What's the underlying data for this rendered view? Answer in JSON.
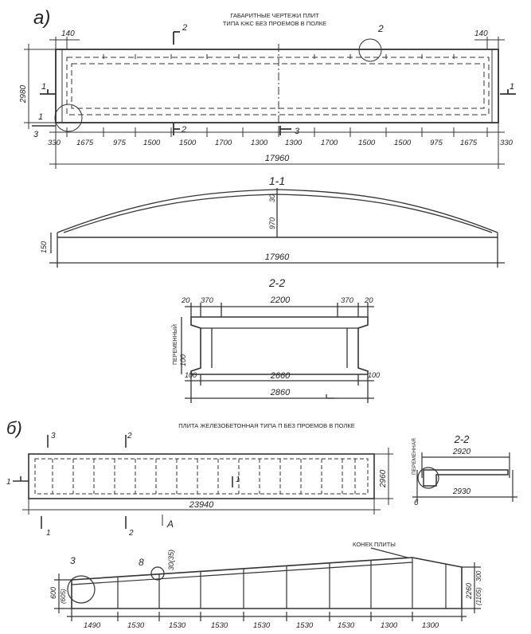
{
  "part_a": {
    "letter": "а)",
    "title_line1": "ГАБАРИТНЫЕ ЧЕРТЕЖИ ПЛИТ",
    "title_line2": "ТИПА КЖС БЕЗ ПРОЕМОВ В ПОЛКЕ",
    "top_left_dim": "140",
    "top_right_dim": "140",
    "height_dim": "2980",
    "callout_1": "1",
    "callout_2": "2",
    "callout_3": "3",
    "bottom_dims": [
      "330",
      "1675",
      "975",
      "1500",
      "1500",
      "1700",
      "1300",
      "1300",
      "1700",
      "1500",
      "1500",
      "975",
      "1675",
      "330"
    ],
    "total_length": "17960",
    "section_marks": {
      "s1": "1",
      "s2": "2",
      "s3": "3"
    }
  },
  "section_1_1": {
    "title": "1-1",
    "dim_30": "30",
    "dim_970": "970",
    "dim_150": "150",
    "length": "17960"
  },
  "section_2_2": {
    "title": "2-2",
    "dims_top": [
      "20",
      "370",
      "2200",
      "370",
      "20"
    ],
    "variable_label": "ПЕРЕМЕННЫЙ",
    "dim_100_left": "100",
    "dim_100_a": "100",
    "dim_100_b": "100",
    "inner_width": "2660",
    "outer_width": "2860"
  },
  "part_b": {
    "letter": "б)",
    "title": "ПЛИТА ЖЕЛЕЗОБЕТОННАЯ ТИПА П БЕЗ ПРОЕМОВ В ПОЛКЕ",
    "width_dim": "2960",
    "length_dim": "23940",
    "arrow_label": "А",
    "marks": {
      "m1": "1",
      "m2": "2",
      "m3": "3"
    },
    "section_title": "2-2",
    "section_top": "2920",
    "section_bottom": "2930",
    "section_variable": "ПЕРЕМЕННАЯ",
    "section_callout": "6"
  },
  "profile_b": {
    "ridge_label": "КОНЕК ПЛИТЫ",
    "callout_3": "3",
    "callout_8": "8",
    "dim_30": "30(35)",
    "dim_600": "600",
    "dim_605": "(605)",
    "dim_2260": "2260",
    "dim_1105": "(1105)",
    "dim_300": "300",
    "bottom_dims": [
      "1490",
      "1530",
      "1530",
      "1530",
      "1530",
      "1530",
      "1530",
      "1300",
      "1300"
    ]
  }
}
